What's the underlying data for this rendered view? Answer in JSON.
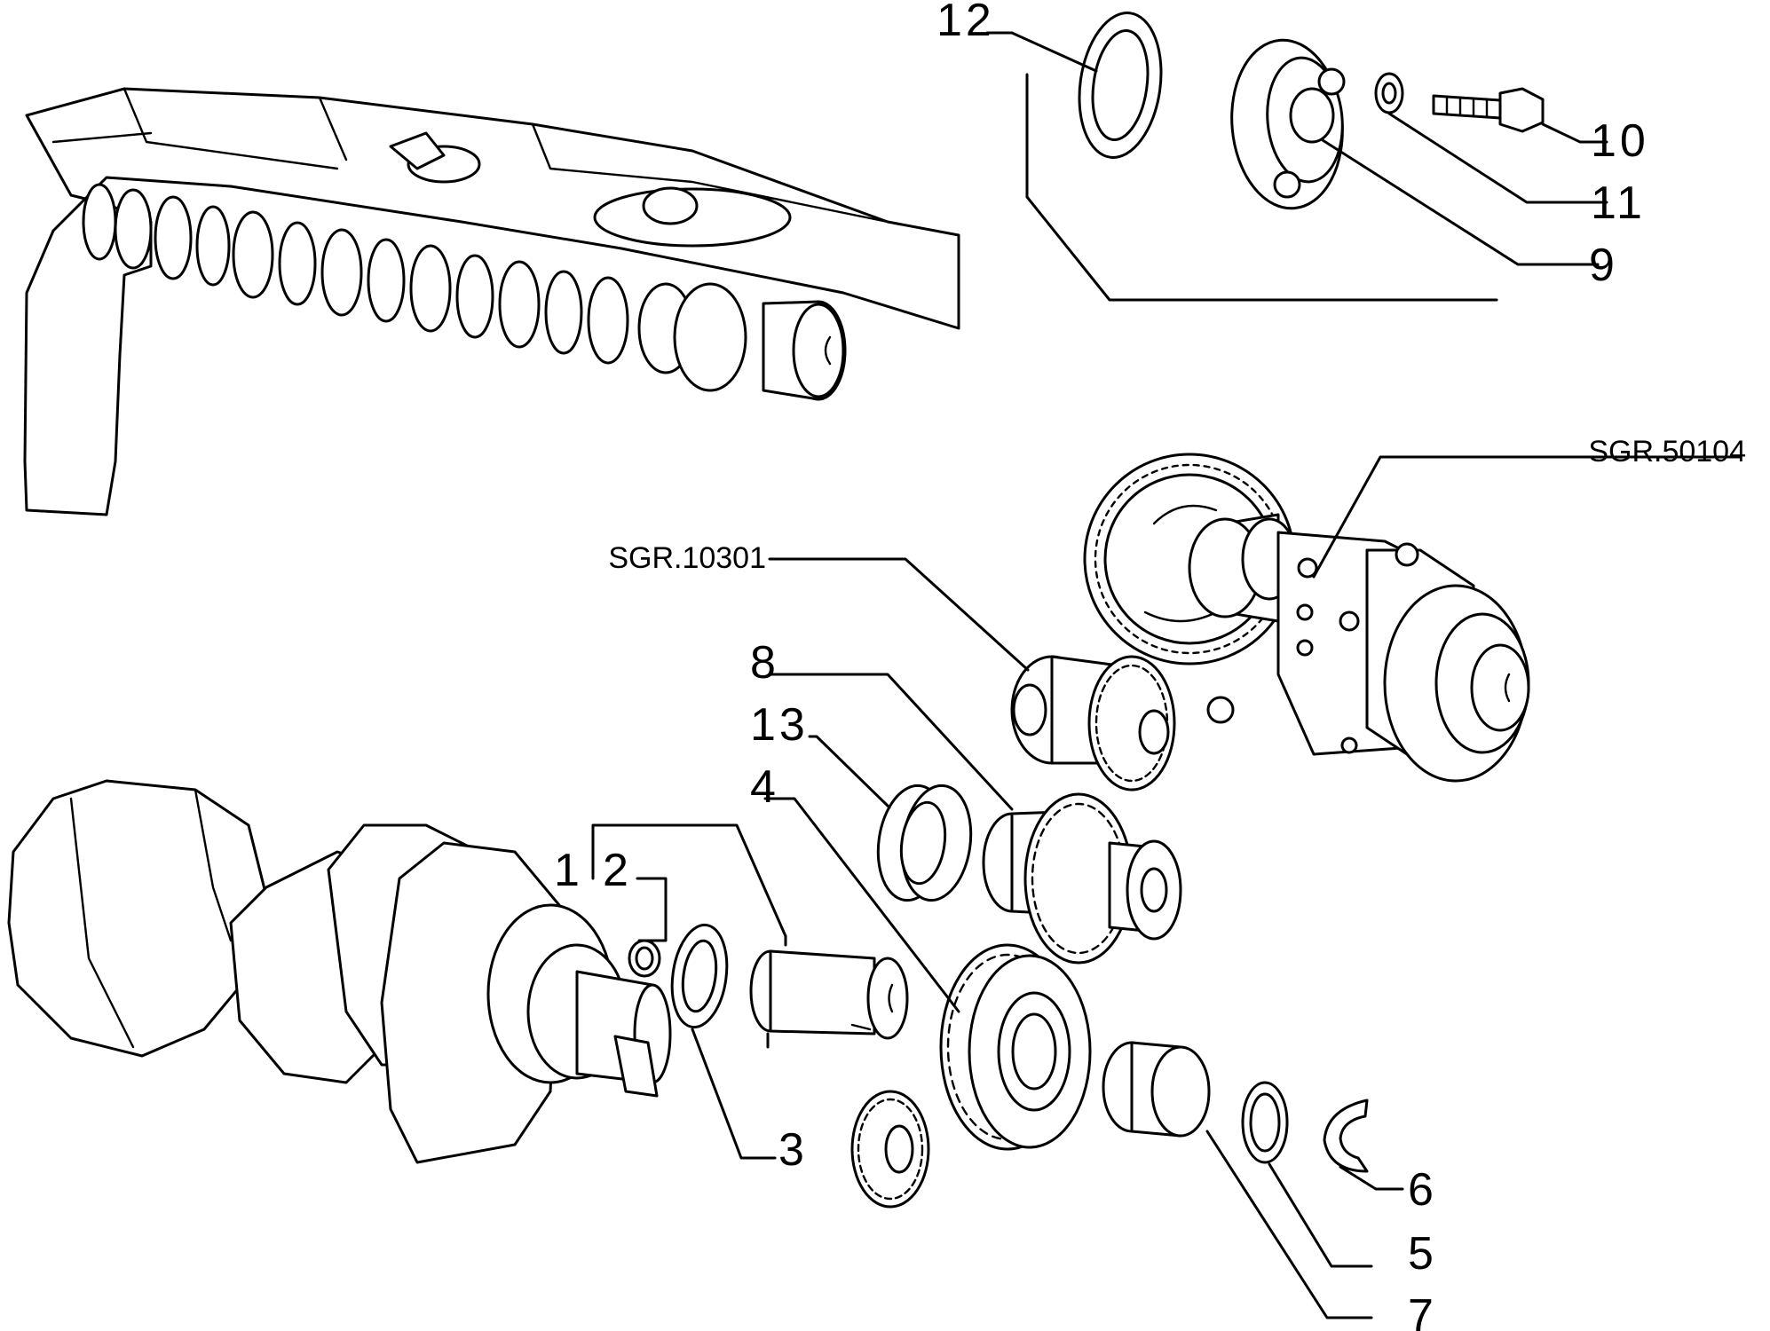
{
  "refs": {
    "sgr_50104": "SGR.50104",
    "sgr_10301": "SGR.10301"
  },
  "callouts": {
    "p1": "1",
    "p2": "2",
    "p3": "3",
    "p4": "4",
    "p5": "5",
    "p6": "6",
    "p7": "7",
    "p8": "8",
    "p9": "9",
    "p10": "10",
    "p11": "11",
    "p12": "12",
    "p13": "13"
  },
  "colors": {
    "line": "#000000",
    "background": "#ffffff"
  }
}
